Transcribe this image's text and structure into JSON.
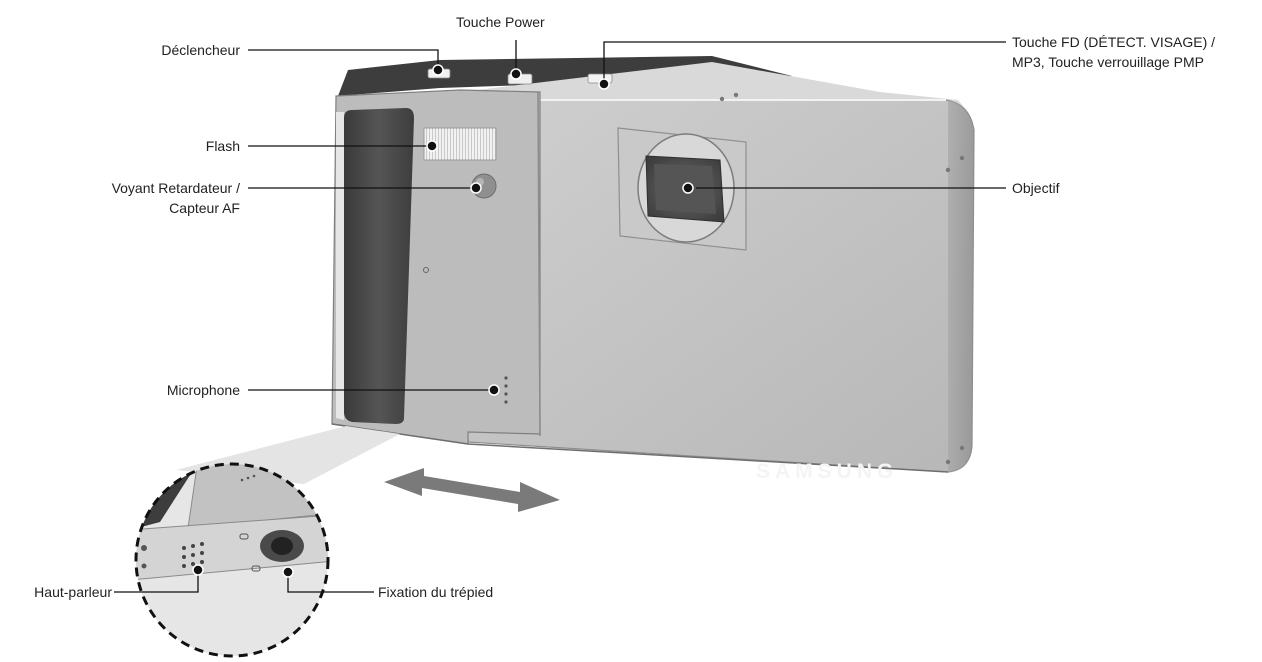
{
  "labels": {
    "shutter": "Déclencheur",
    "power": "Touche Power",
    "fd_line1": "Touche FD (DÉTECT. VISAGE) /",
    "fd_line2": "MP3, Touche verrouillage PMP",
    "flash": "Flash",
    "timer_line1": "Voyant Retardateur /",
    "timer_line2": "Capteur AF",
    "lens": "Objectif",
    "microphone": "Microphone",
    "speaker": "Haut-parleur",
    "tripod": "Fixation du trépied"
  },
  "brand": "SAMSUNG",
  "colors": {
    "body": "#c4c4c4",
    "body_dark": "#8c8c8c",
    "grip": "#4a4a4a",
    "top_dark": "#3c3c3c",
    "leader_line": "#111111"
  }
}
